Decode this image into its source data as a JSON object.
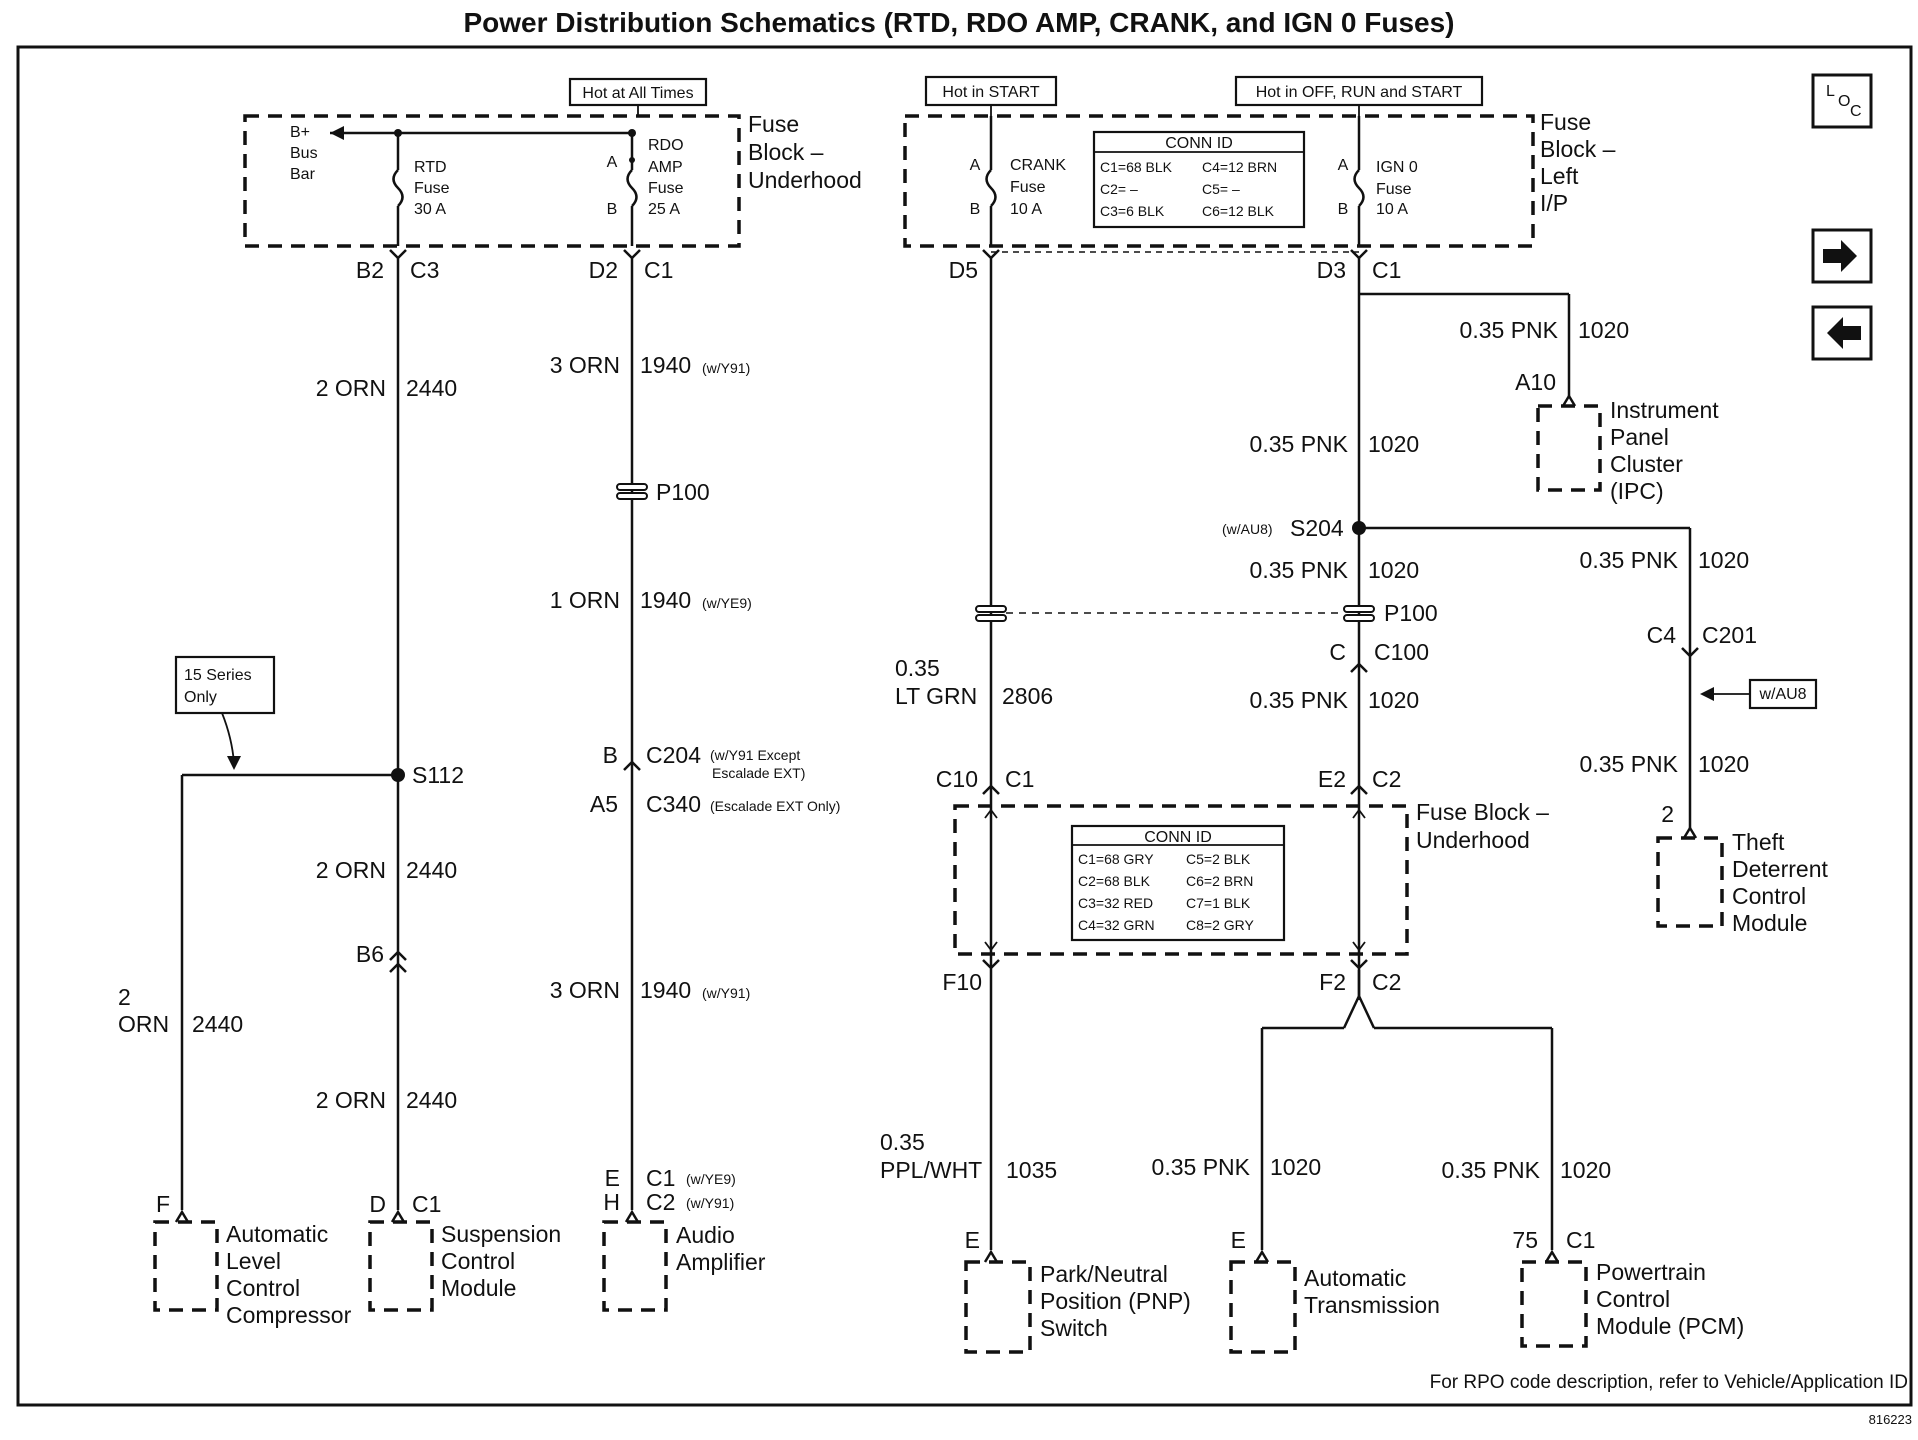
{
  "title": "Power Distribution Schematics (RTD, RDO AMP, CRANK, and IGN 0 Fuses)",
  "footer": {
    "note": "For RPO code description, refer to Vehicle/Application ID",
    "code": "816223"
  },
  "nav": {
    "loc": [
      "L",
      "O",
      "C"
    ]
  },
  "hot_labels": {
    "all_times": "Hot at All Times",
    "start": "Hot in START",
    "off_run_start": "Hot in OFF, RUN and START"
  },
  "fuse_blocks": {
    "underhood_top": "Fuse Block – Underhood",
    "left_ip": "Fuse Block – Left I/P",
    "underhood_mid": "Fuse Block – Underhood"
  },
  "bus_bar": "B+ Bus Bar",
  "fuses": {
    "rtd": {
      "name": "RTD",
      "kind": "Fuse",
      "rating": "30 A"
    },
    "rdo": {
      "name": "RDO AMP",
      "kind": "Fuse",
      "rating": "25 A",
      "a": "A",
      "b": "B"
    },
    "crank": {
      "name": "CRANK",
      "kind": "Fuse",
      "rating": "10 A",
      "a": "A",
      "b": "B"
    },
    "ign": {
      "name": "IGN 0",
      "kind": "Fuse",
      "rating": "10 A",
      "a": "A",
      "b": "B"
    }
  },
  "conn_id_top": {
    "title": "CONN ID",
    "rows": [
      [
        "C1=68 BLK",
        "C4=12 BRN"
      ],
      [
        "C2=  –",
        "C5=  –"
      ],
      [
        "C3=6 BLK",
        "C6=12 BLK"
      ]
    ]
  },
  "conn_id_mid": {
    "title": "CONN ID",
    "rows": [
      [
        "C1=68 GRY",
        "C5=2 BLK"
      ],
      [
        "C2=68 BLK",
        "C6=2 BRN"
      ],
      [
        "C3=32 RED",
        "C7=1 BLK"
      ],
      [
        "C4=32 GRN",
        "C8=2 GRY"
      ]
    ]
  },
  "note_15_series": "15 Series Only",
  "note_w_au8": "w/AU8",
  "connectors": {
    "b2": "B2",
    "c3": "C3",
    "d2": "D2",
    "c1": "C1",
    "d5": "D5",
    "d3": "D3",
    "p100": "P100",
    "b": "B",
    "c204": "C204",
    "c204_note1": "(w/Y91 Except",
    "c204_note2": "Escalade EXT)",
    "a5": "A5",
    "c340": "C340",
    "c340_note": "(Escalade EXT Only)",
    "s112": "S112",
    "b6": "B6",
    "a10": "A10",
    "s204": "S204",
    "s204_note": "(w/AU8)",
    "c": "C",
    "c100": "C100",
    "c4": "C4",
    "c201": "C201",
    "c10": "C10",
    "e2": "E2",
    "c2": "C2",
    "f10": "F10",
    "f2": "F2",
    "two": "2"
  },
  "wires": {
    "w2orn": "2 ORN",
    "c2440": "2440",
    "w2": "2",
    "orn": "ORN",
    "w3orn": "3 ORN",
    "w1orn": "1 ORN",
    "c1940": "1940",
    "wy91": "(w/Y91)",
    "wye9": "(w/YE9)",
    "pnk": "0.35 PNK",
    "c1020": "1020",
    "grn_a": "0.35",
    "grn_b": "LT GRN",
    "c2806": "2806",
    "ppl_a": "0.35",
    "ppl_b": "PPL/WHT",
    "c1035": "1035"
  },
  "components": {
    "alc": {
      "pin": "F",
      "lines": [
        "Automatic",
        "Level",
        "Control",
        "Compressor"
      ]
    },
    "scm": {
      "pin": "D",
      "conn": "C1",
      "lines": [
        "Suspension",
        "Control",
        "Module"
      ]
    },
    "amp": {
      "pin1": "E",
      "pin2": "H",
      "conn1": "C1",
      "conn2": "C2",
      "note1": "(w/YE9)",
      "note2": "(w/Y91)",
      "lines": [
        "Audio",
        "Amplifier"
      ]
    },
    "pnp": {
      "pin": "E",
      "lines": [
        "Park/Neutral",
        "Position (PNP)",
        "Switch"
      ]
    },
    "trans": {
      "pin": "E",
      "lines": [
        "Automatic",
        "Transmission"
      ]
    },
    "pcm": {
      "pin": "75",
      "conn": "C1",
      "lines": [
        "Powertrain",
        "Control",
        "Module (PCM)"
      ]
    },
    "ipc": {
      "pin": "A10",
      "lines": [
        "Instrument",
        "Panel",
        "Cluster",
        "(IPC)"
      ]
    },
    "tdcm": {
      "pin": "2",
      "lines": [
        "Theft",
        "Deterrent",
        "Control",
        "Module"
      ]
    }
  }
}
